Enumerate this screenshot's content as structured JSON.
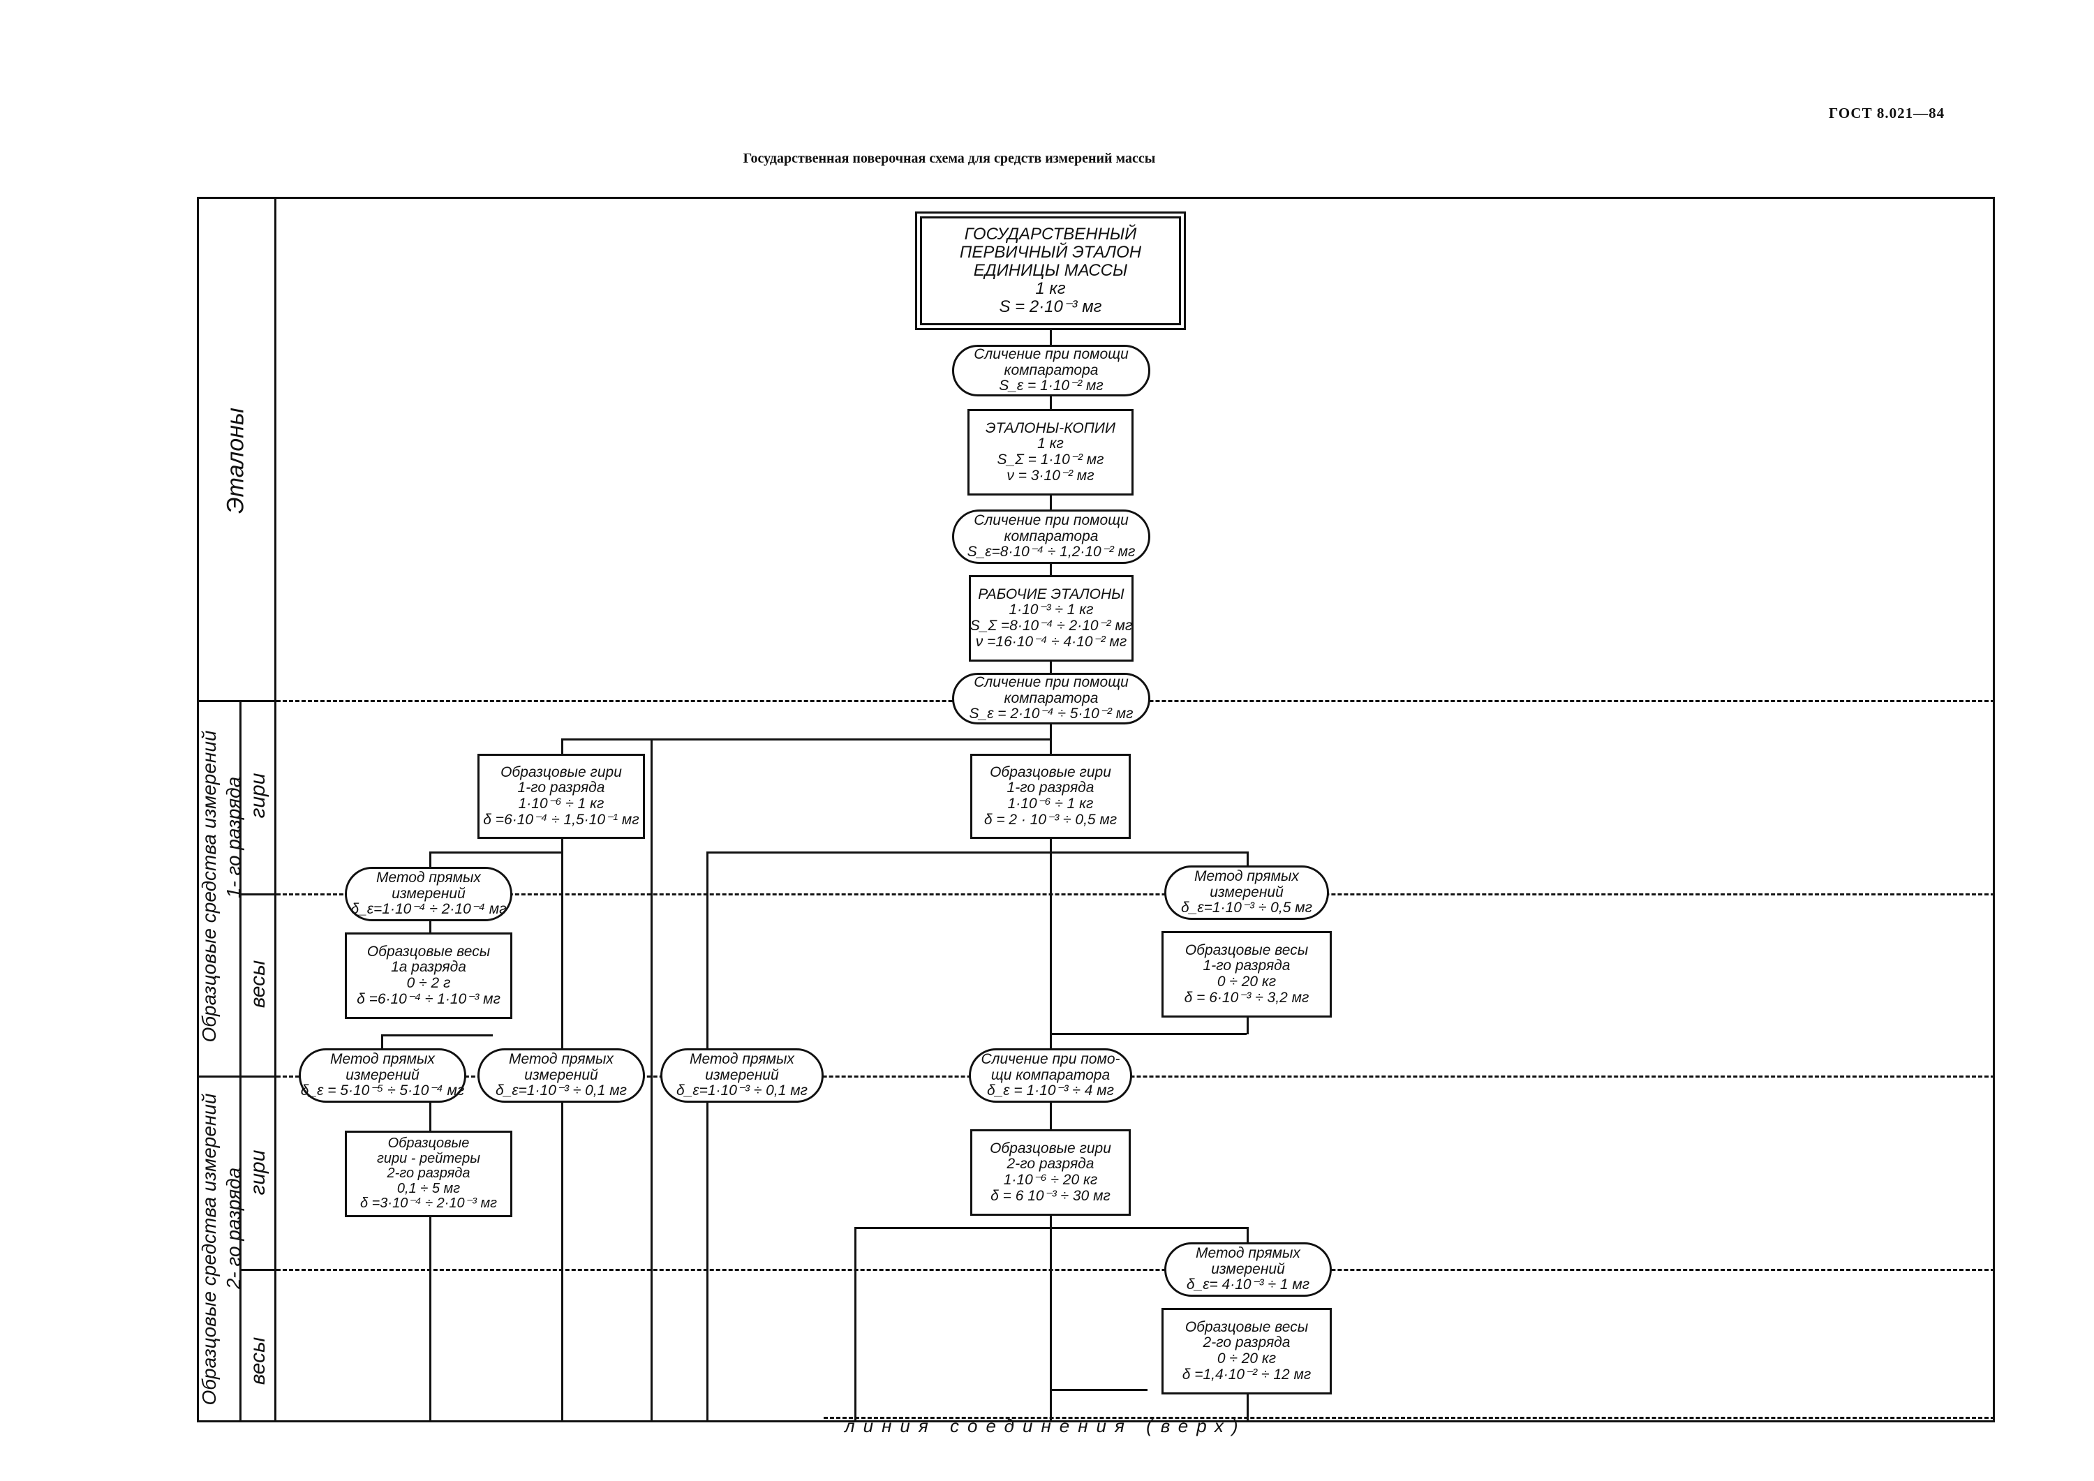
{
  "document": {
    "code": "ГОСТ 8.021—84",
    "title": "Государственная поверочная схема для средств измерений массы"
  },
  "sections": {
    "etalony": "Эталоны",
    "obr1": "Образцовые средства измерений",
    "obr1_grade": "1- го разряда",
    "obr2": "Образцовые средства измерений",
    "obr2_grade": "2- го разряда",
    "giri": "гири",
    "vesy": "весы"
  },
  "nodes": {
    "primary": [
      "ГОСУДАРСТВЕННЫЙ",
      "ПЕРВИЧНЫЙ ЭТАЛОН",
      "ЕДИНИЦЫ МАССЫ",
      "1 кг",
      "S = 2·10⁻³ мг"
    ],
    "cmp1": [
      "Сличение при помощи",
      "компаратора",
      "S_ε = 1·10⁻² мг"
    ],
    "copies": [
      "ЭТАЛОНЫ-КОПИИ",
      "1 кг",
      "S_Σ = 1·10⁻² мг",
      "ν = 3·10⁻² мг"
    ],
    "cmp2": [
      "Сличение при помощи",
      "компаратора",
      "S_ε=8·10⁻⁴ ÷ 1,2·10⁻² мг"
    ],
    "working": [
      "РАБОЧИЕ ЭТАЛОНЫ",
      "1·10⁻³ ÷ 1 кг",
      "S_Σ =8·10⁻⁴ ÷ 2·10⁻² мг",
      "ν =16·10⁻⁴ ÷ 4·10⁻² мг"
    ],
    "cmp3": [
      "Сличение при помощи",
      "компаратора",
      "S_ε = 2·10⁻⁴ ÷ 5·10⁻² мг"
    ],
    "giri1_left": [
      "Образцовые гири",
      "1-го разряда",
      "1·10⁻⁶ ÷ 1 кг",
      "δ =6·10⁻⁴ ÷ 1,5·10⁻¹ мг"
    ],
    "giri1_right": [
      "Образцовые гири",
      "1-го разряда",
      "1·10⁻⁶ ÷ 1 кг",
      "δ = 2 · 10⁻³ ÷ 0,5 мг"
    ],
    "method_l1": [
      "Метод прямых",
      "измерений",
      "δ_ε=1·10⁻⁴ ÷ 2·10⁻⁴ мг"
    ],
    "method_r1": [
      "Метод прямых",
      "измерений",
      "δ_ε=1·10⁻³ ÷ 0,5 мг"
    ],
    "vesy1a": [
      "Образцовые весы",
      "1а разряда",
      "0 ÷ 2 г",
      "δ =6·10⁻⁴ ÷ 1·10⁻³ мг"
    ],
    "vesy1_right": [
      "Образцовые весы",
      "1-го разряда",
      "0 ÷ 20 кг",
      "δ = 6·10⁻³ ÷ 3,2 мг"
    ],
    "method_a": [
      "Метод прямых",
      "измерений",
      "δ_ε = 5·10⁻⁵ ÷ 5·10⁻⁴ мг"
    ],
    "method_b": [
      "Метод прямых",
      "измерений",
      "δ_ε=1·10⁻³ ÷ 0,1 мг"
    ],
    "method_c": [
      "Метод прямых",
      "измерений",
      "δ_ε=1·10⁻³ ÷ 0,1 мг"
    ],
    "cmp4": [
      "Сличение при помо-",
      "щи компаратора",
      "δ_ε = 1·10⁻³ ÷ 4 мг"
    ],
    "riders": [
      "Образцовые",
      "гири - рейтеры",
      "2-го разряда",
      "0,1 ÷ 5 мг",
      "δ =3·10⁻⁴ ÷ 2·10⁻³ мг"
    ],
    "giri2": [
      "Образцовые гири",
      "2-го разряда",
      "1·10⁻⁶ ÷ 20 кг",
      "δ = 6 10⁻³ ÷ 30 мг"
    ],
    "method_r2": [
      "Метод прямых",
      "измерений",
      "δ_ε= 4·10⁻³ ÷ 1 мг"
    ],
    "vesy2": [
      "Образцовые весы",
      "2-го разряда",
      "0 ÷ 20 кг",
      "δ =1,4·10⁻² ÷ 12 мг"
    ]
  },
  "footer_note": "линия   соединения (верх)"
}
